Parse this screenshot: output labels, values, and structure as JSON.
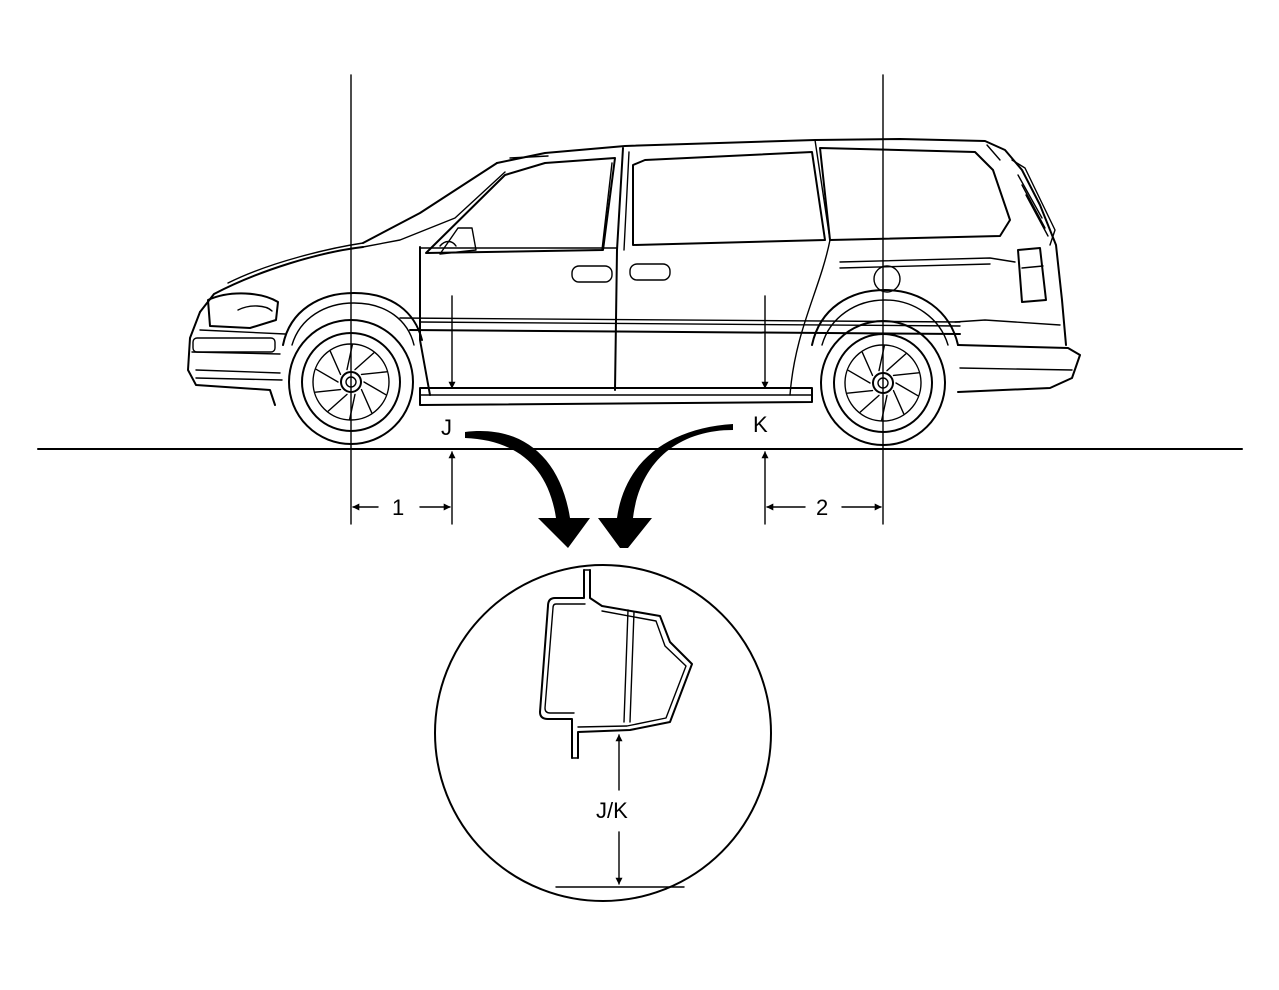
{
  "labels": {
    "point_j": "J",
    "point_k": "K",
    "dim_1": "1",
    "dim_2": "2",
    "detail": "J/K"
  }
}
